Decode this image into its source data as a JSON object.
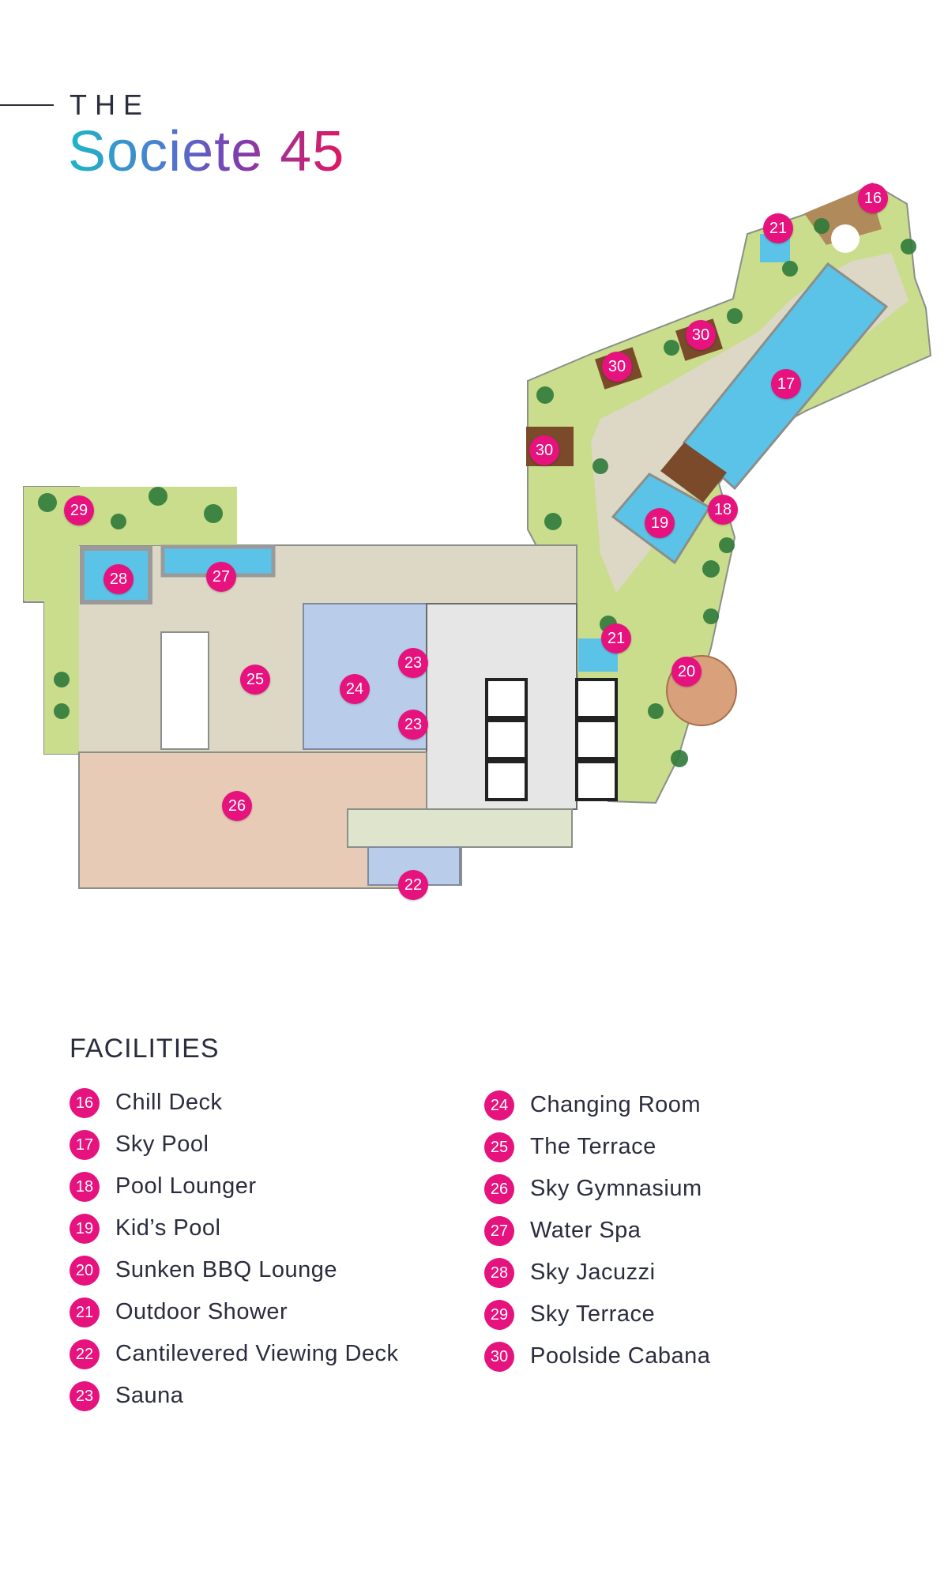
{
  "header": {
    "the": "THE",
    "brand": "Societe 45"
  },
  "colors": {
    "marker": "#e6127d",
    "text": "#2b2d3f",
    "pool_water": "#5cc3e8",
    "garden": "#c8dc8a",
    "deck_beige": "#ddd8c6",
    "gym_floor": "#e8cbb6",
    "sauna_blue": "#b9cdea",
    "timber": "#7a4a2a"
  },
  "markers": [
    {
      "id": "16",
      "label": "16"
    },
    {
      "id": "21a",
      "label": "21"
    },
    {
      "id": "30a",
      "label": "30"
    },
    {
      "id": "30b",
      "label": "30"
    },
    {
      "id": "17",
      "label": "17"
    },
    {
      "id": "30c",
      "label": "30"
    },
    {
      "id": "29",
      "label": "29"
    },
    {
      "id": "18",
      "label": "18"
    },
    {
      "id": "19",
      "label": "19"
    },
    {
      "id": "28",
      "label": "28"
    },
    {
      "id": "27",
      "label": "27"
    },
    {
      "id": "21b",
      "label": "21"
    },
    {
      "id": "23a",
      "label": "23"
    },
    {
      "id": "25",
      "label": "25"
    },
    {
      "id": "20",
      "label": "20"
    },
    {
      "id": "24",
      "label": "24"
    },
    {
      "id": "23b",
      "label": "23"
    },
    {
      "id": "26",
      "label": "26"
    },
    {
      "id": "22",
      "label": "22"
    }
  ],
  "facilities": {
    "title": "FACILITIES",
    "left": [
      {
        "num": "16",
        "name": "Chill Deck"
      },
      {
        "num": "17",
        "name": "Sky Pool"
      },
      {
        "num": "18",
        "name": "Pool Lounger"
      },
      {
        "num": "19",
        "name": "Kid’s Pool"
      },
      {
        "num": "20",
        "name": "Sunken BBQ Lounge"
      },
      {
        "num": "21",
        "name": "Outdoor Shower"
      },
      {
        "num": "22",
        "name": "Cantilevered Viewing Deck"
      },
      {
        "num": "23",
        "name": "Sauna"
      }
    ],
    "right": [
      {
        "num": "24",
        "name": "Changing Room"
      },
      {
        "num": "25",
        "name": "The Terrace"
      },
      {
        "num": "26",
        "name": "Sky Gymnasium"
      },
      {
        "num": "27",
        "name": "Water Spa"
      },
      {
        "num": "28",
        "name": "Sky Jacuzzi"
      },
      {
        "num": "29",
        "name": "Sky Terrace"
      },
      {
        "num": "30",
        "name": "Poolside Cabana"
      }
    ]
  }
}
